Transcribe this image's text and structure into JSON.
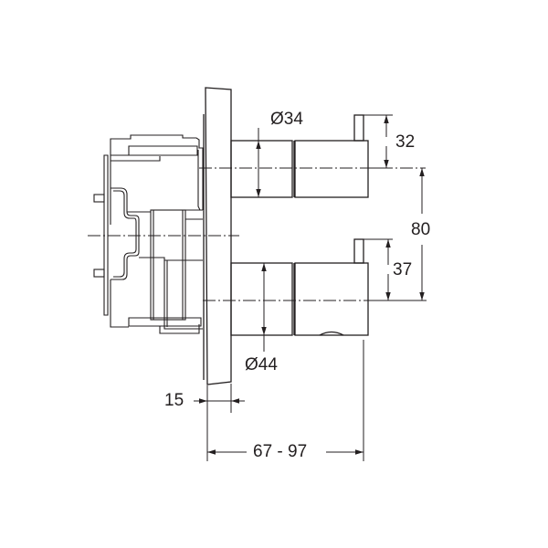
{
  "drawing": {
    "type": "technical-side-view",
    "subject": "concealed two-handle valve with wall plate",
    "line_color": "#231f20",
    "background": "#ffffff"
  },
  "dimensions": {
    "upper_diameter": "Ø34",
    "lower_diameter": "Ø44",
    "upper_lever_height": "32",
    "lower_lever_height": "37",
    "axis_spacing": "80",
    "plate_thickness": "15",
    "projection_range": "67 - 97"
  }
}
